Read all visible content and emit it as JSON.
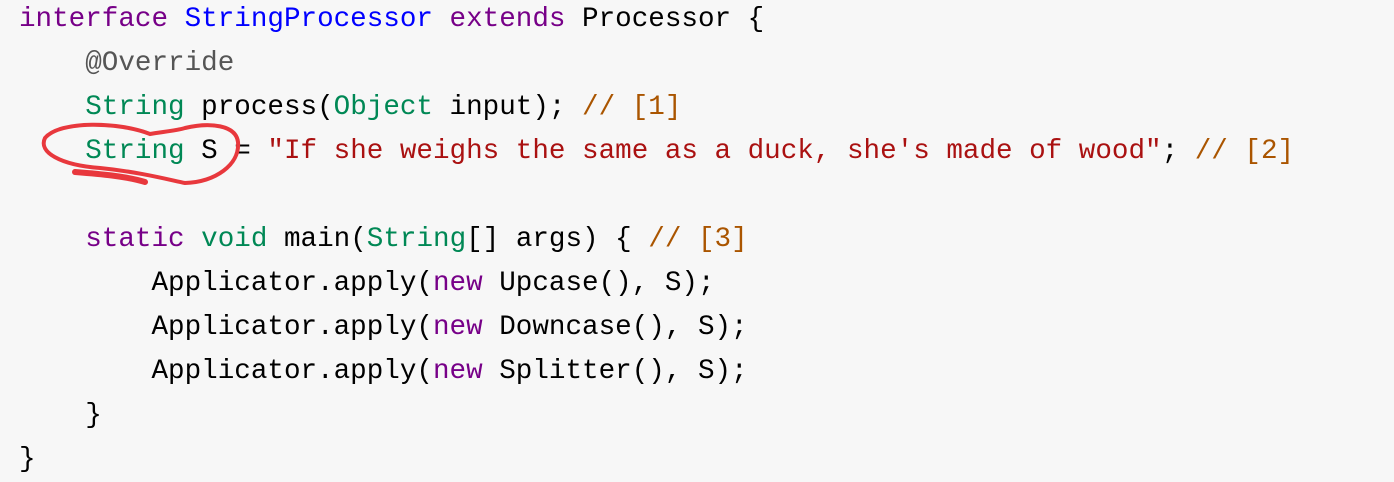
{
  "code_lines": [
    [
      {
        "t": "interface",
        "c": "kw"
      },
      {
        "t": " ",
        "c": ""
      },
      {
        "t": "StringProcessor",
        "c": "def"
      },
      {
        "t": " ",
        "c": ""
      },
      {
        "t": "extends",
        "c": "kw"
      },
      {
        "t": " Processor {",
        "c": ""
      }
    ],
    [
      {
        "t": "    ",
        "c": ""
      },
      {
        "t": "@Override",
        "c": "meta"
      }
    ],
    [
      {
        "t": "    ",
        "c": ""
      },
      {
        "t": "String",
        "c": "ty"
      },
      {
        "t": " process(",
        "c": ""
      },
      {
        "t": "Object",
        "c": "ty"
      },
      {
        "t": " input); ",
        "c": ""
      },
      {
        "t": "// [1]",
        "c": "com"
      }
    ],
    [
      {
        "t": "    ",
        "c": ""
      },
      {
        "t": "String",
        "c": "ty"
      },
      {
        "t": " S = ",
        "c": ""
      },
      {
        "t": "\"If she weighs the same as a duck, she's made of wood\"",
        "c": "str"
      },
      {
        "t": "; ",
        "c": ""
      },
      {
        "t": "// [2]",
        "c": "com"
      }
    ],
    [
      {
        "t": "",
        "c": ""
      }
    ],
    [
      {
        "t": "    ",
        "c": ""
      },
      {
        "t": "static",
        "c": "kw"
      },
      {
        "t": " ",
        "c": ""
      },
      {
        "t": "void",
        "c": "ty"
      },
      {
        "t": " main(",
        "c": ""
      },
      {
        "t": "String",
        "c": "ty"
      },
      {
        "t": "[] args) { ",
        "c": ""
      },
      {
        "t": "// [3]",
        "c": "com"
      }
    ],
    [
      {
        "t": "        Applicator.apply(",
        "c": ""
      },
      {
        "t": "new",
        "c": "kw"
      },
      {
        "t": " Upcase(), S);",
        "c": ""
      }
    ],
    [
      {
        "t": "        Applicator.apply(",
        "c": ""
      },
      {
        "t": "new",
        "c": "kw"
      },
      {
        "t": " Downcase(), S);",
        "c": ""
      }
    ],
    [
      {
        "t": "        Applicator.apply(",
        "c": ""
      },
      {
        "t": "new",
        "c": "kw"
      },
      {
        "t": " Splitter(), S);",
        "c": ""
      }
    ],
    [
      {
        "t": "    }",
        "c": ""
      }
    ],
    [
      {
        "t": "}",
        "c": ""
      }
    ]
  ],
  "annotation_color": "#e8383d"
}
